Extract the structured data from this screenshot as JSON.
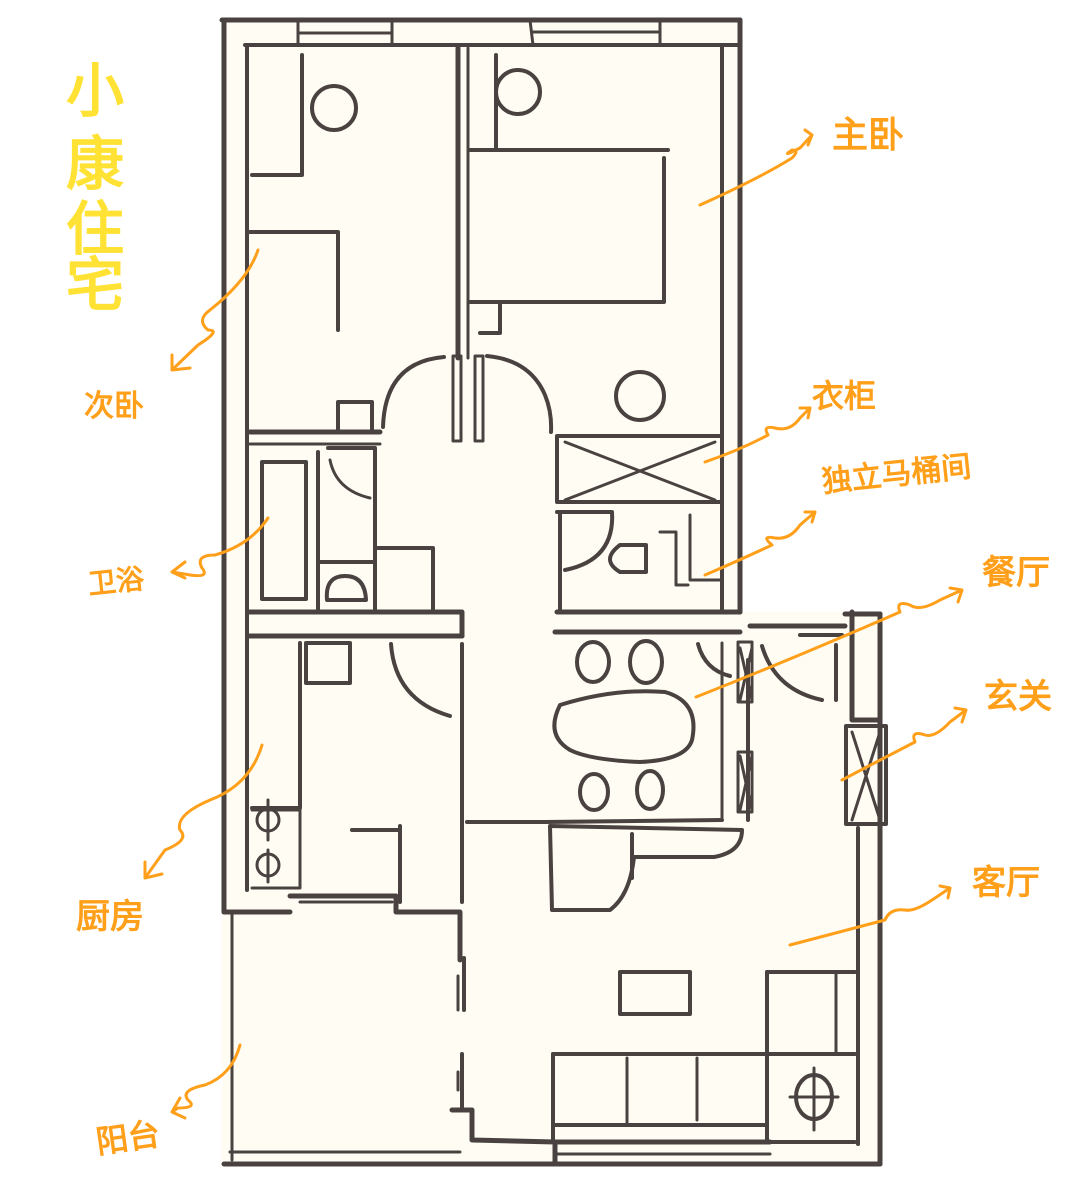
{
  "title": {
    "text": "小康住宅",
    "chars": [
      "小",
      "康",
      "住",
      "宅"
    ],
    "color": "#ffe234"
  },
  "labels": {
    "master_bedroom": "主卧",
    "second_bedroom": "次卧",
    "wardrobe": "衣柜",
    "toilet_room": "独立马桶间",
    "bathroom": "卫浴",
    "dining_room": "餐厅",
    "entrance": "玄关",
    "kitchen": "厨房",
    "living_room": "客厅",
    "balcony": "阳台"
  },
  "colors": {
    "annotation": "#ff9f1a",
    "line": "#4a4240",
    "paper": "#fffdf3",
    "background": "#ffffff"
  }
}
